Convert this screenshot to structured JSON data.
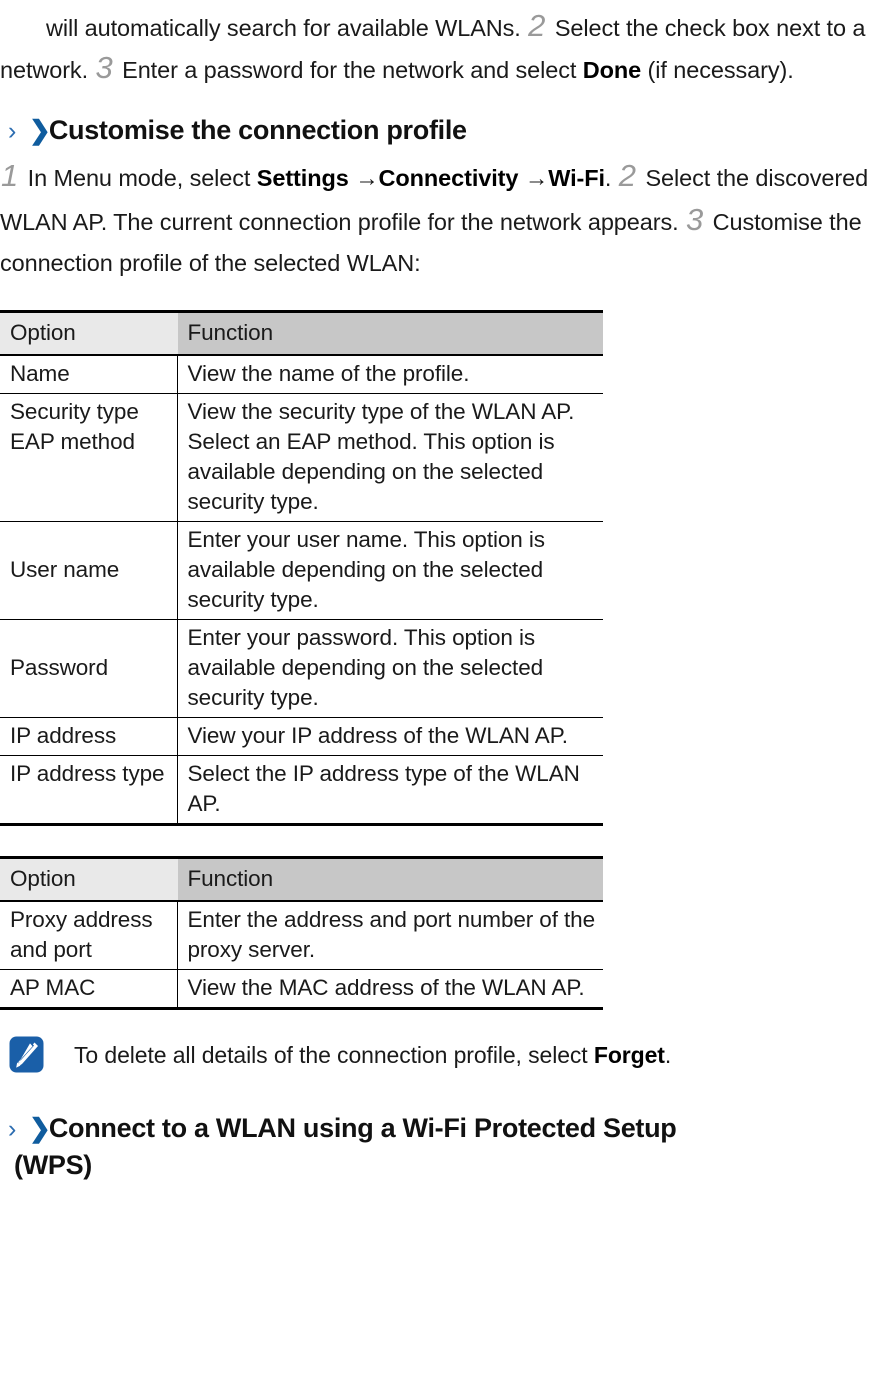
{
  "intro_paragraph": {
    "text_1": "will automatically search for available WLANs. ",
    "step_2": "2",
    "text_2": " Select the check box next to a network. ",
    "step_3": "3",
    "text_3": " Enter a password for the network and select ",
    "bold_done": "Done",
    "text_4": " (if necessary)."
  },
  "heading_customise": {
    "chevron_thin": "›",
    "chevron_bold": "❯",
    "title": "Customise the connection profile"
  },
  "steps_paragraph": {
    "step_1": "1",
    "text_1": " In Menu mode, select ",
    "bold_settings": "Settings",
    "arrow_1": " →",
    "bold_connectivity": "Connectivity",
    "arrow_2": " →",
    "bold_wifi": "Wi-Fi",
    "text_2": ". ",
    "step_2": "2",
    "text_3": " Select the discovered WLAN AP. The current connection profile for the network appears. ",
    "step_3": "3",
    "text_4": " Customise the connection profile of the selected WLAN:"
  },
  "table_1": {
    "headers": [
      "Option",
      "Function"
    ],
    "rows": [
      {
        "option": "Name",
        "function": "View the name of the profile.",
        "align": "top"
      },
      {
        "option": "Security type EAP method",
        "function": "View the security type of the WLAN AP. Select an EAP method. This option is available depending on the selected security type.",
        "align": "top"
      },
      {
        "option": "User name",
        "function": "Enter your user name. This option is available depending on the selected security type.",
        "align": "middle"
      },
      {
        "option": "Password",
        "function": "Enter your password. This option is available depending on the selected security type.",
        "align": "middle"
      },
      {
        "option": "IP address",
        "function": "View your IP address of the WLAN AP.",
        "align": "middle"
      },
      {
        "option": "IP address type",
        "function": "Select the IP address type of the WLAN AP.",
        "align": "top"
      }
    ]
  },
  "table_2": {
    "headers": [
      "Option",
      "Function"
    ],
    "rows": [
      {
        "option": "Proxy address and port",
        "function": "Enter the address and port number of the proxy server.",
        "align": "middle"
      },
      {
        "option": "AP MAC",
        "function": "View the MAC address of the WLAN AP.",
        "align": "middle"
      }
    ]
  },
  "note": {
    "icon": "note-pencil-icon",
    "text_1": "To delete all details of the connection profile, select ",
    "bold_forget": "Forget",
    "text_2": "."
  },
  "heading_wps": {
    "chevron_thin": "›",
    "chevron_bold": "❯",
    "title_line_1": "Connect to a WLAN using a Wi-Fi Protected Setup",
    "title_line_2": "(WPS)"
  },
  "colors": {
    "chevron_thin": "#2b6cb0",
    "chevron_bold": "#0f5c9e",
    "note_icon": "#1a5fa8",
    "header_col1_bg": "#e9e9e9",
    "header_col2_bg": "#c7c7c7",
    "step_number": "#9a9a9a"
  }
}
